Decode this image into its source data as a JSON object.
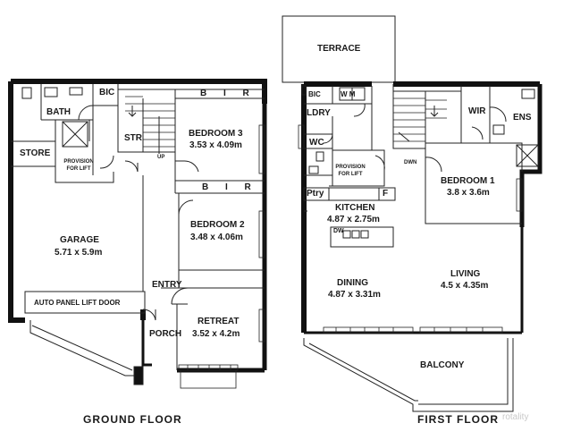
{
  "ground": {
    "title": "GROUND FLOOR",
    "bath": "BATH",
    "bic": "BIC",
    "str": "STR",
    "store": "STORE",
    "provision_lift": "PROVISION FOR LIFT",
    "up": "UP",
    "bir1": "B I R",
    "bir2": "B I R",
    "bedroom3": {
      "name": "BEDROOM 3",
      "dims": "3.53 x 4.09m"
    },
    "bedroom2": {
      "name": "BEDROOM 2",
      "dims": "3.48 x 4.06m"
    },
    "garage": {
      "name": "GARAGE",
      "dims": "5.71 x 5.9m"
    },
    "garage_door": "AUTO PANEL LIFT DOOR",
    "entry": "ENTRY",
    "porch": "PORCH",
    "retreat": {
      "name": "RETREAT",
      "dims": "3.52 x 4.2m"
    }
  },
  "first": {
    "title": "FIRST FLOOR",
    "terrace": "TERRACE",
    "bic": "BIC",
    "wm": "W M",
    "ldry": "LDRY",
    "wc": "WC",
    "provision_lift": "PROVISION FOR LIFT",
    "dwn": "DWN",
    "wir": "WIR",
    "ens": "ENS",
    "bedroom1": {
      "name": "BEDROOM 1",
      "dims": "3.8 x 3.6m"
    },
    "ptry": "Ptry",
    "f": "F",
    "kitchen": {
      "name": "KITCHEN",
      "dims": "4.87 x 2.75m"
    },
    "dw": "DW",
    "dining": {
      "name": "DINING",
      "dims": "4.87 x 3.31m"
    },
    "living": {
      "name": "LIVING",
      "dims": "4.5 x 4.35m"
    },
    "balcony": "BALCONY"
  },
  "watermark": "rotality",
  "colors": {
    "wall": "#111111",
    "line": "#222222",
    "paper": "#ffffff",
    "watermark": "#c9c9c9"
  }
}
